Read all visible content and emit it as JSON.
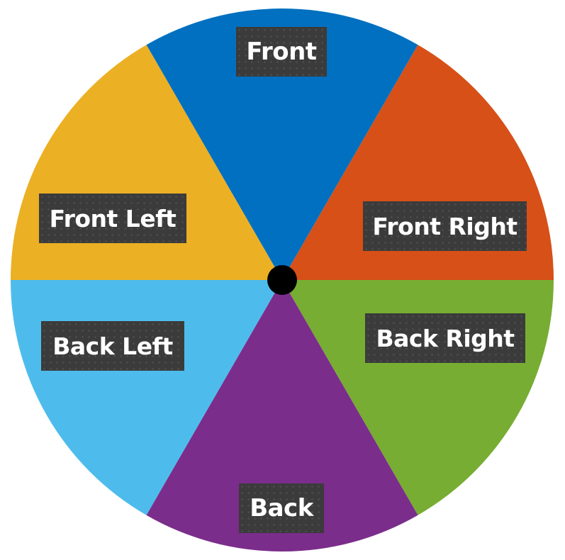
{
  "wheel": {
    "segments": [
      {
        "label": "Front",
        "color": "#0170c0"
      },
      {
        "label": "Front Right",
        "color": "#d65018"
      },
      {
        "label": "Back Right",
        "color": "#77ad32"
      },
      {
        "label": "Back",
        "color": "#7b2d8b"
      },
      {
        "label": "Back Left",
        "color": "#4dbcec"
      },
      {
        "label": "Front Left",
        "color": "#ebb023"
      }
    ],
    "center_dot_color": "#000000"
  }
}
